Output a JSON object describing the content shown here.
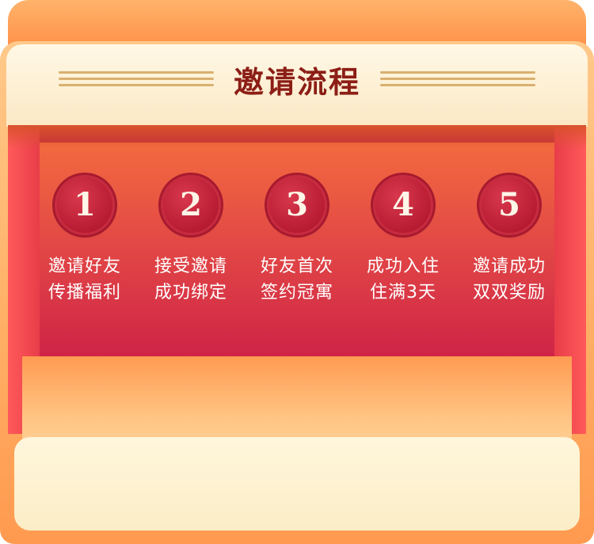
{
  "title": "邀请流程",
  "steps": [
    {
      "number": "1",
      "line1": "邀请好友",
      "line2": "传播福利"
    },
    {
      "number": "2",
      "line1": "接受邀请",
      "line2": "成功绑定"
    },
    {
      "number": "3",
      "line1": "好友首次",
      "line2": "签约冠寓"
    },
    {
      "number": "4",
      "line1": "成功入住",
      "line2": "住满3天"
    },
    {
      "number": "5",
      "line1": "邀请成功",
      "line2": "双双奖励"
    }
  ]
}
